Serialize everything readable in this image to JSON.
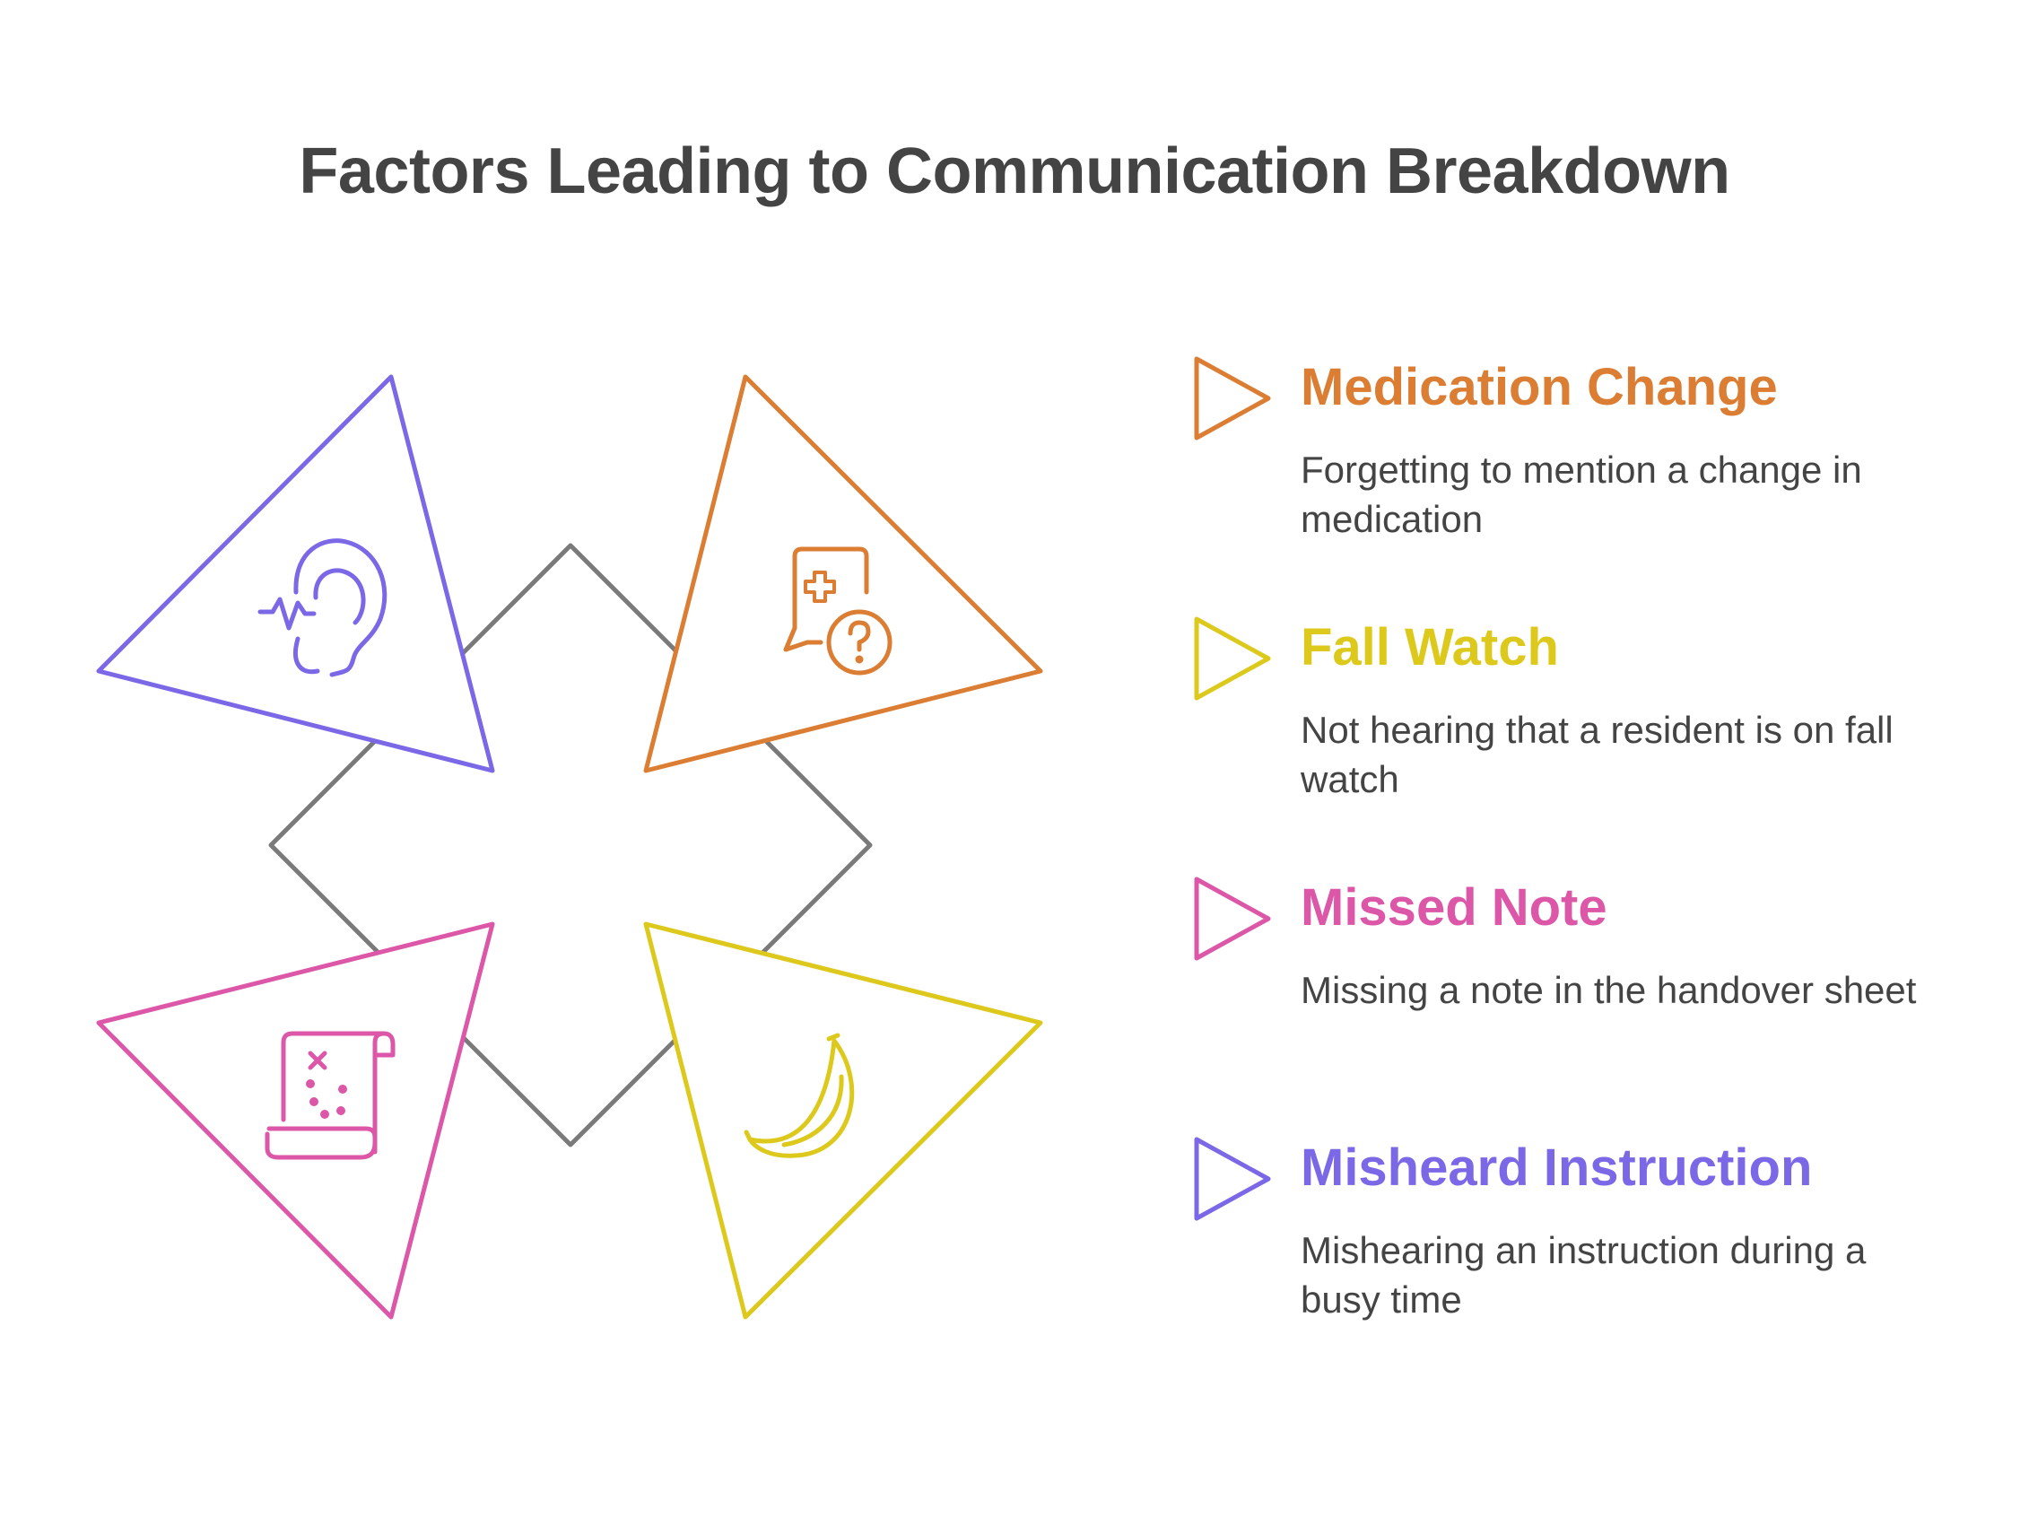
{
  "title": "Factors Leading to Communication Breakdown",
  "colors": {
    "medication": "#DB7D33",
    "fall": "#DCC91B",
    "note": "#DC57A8",
    "misheard": "#7B68E6",
    "center": "#7A7A7A",
    "text": "#444444"
  },
  "items": [
    {
      "heading": "Medication Change",
      "description": "Forgetting to mention a change in medication",
      "icon": "medical-question-chat-icon"
    },
    {
      "heading": "Fall Watch",
      "description": "Not hearing that a resident is on fall watch",
      "icon": "banana-icon"
    },
    {
      "heading": "Missed Note",
      "description": "Missing a note in the handover sheet",
      "icon": "scroll-map-icon"
    },
    {
      "heading": "Misheard Instruction",
      "description": "Mishearing an instruction during a busy time",
      "icon": "ear-sound-icon"
    }
  ]
}
